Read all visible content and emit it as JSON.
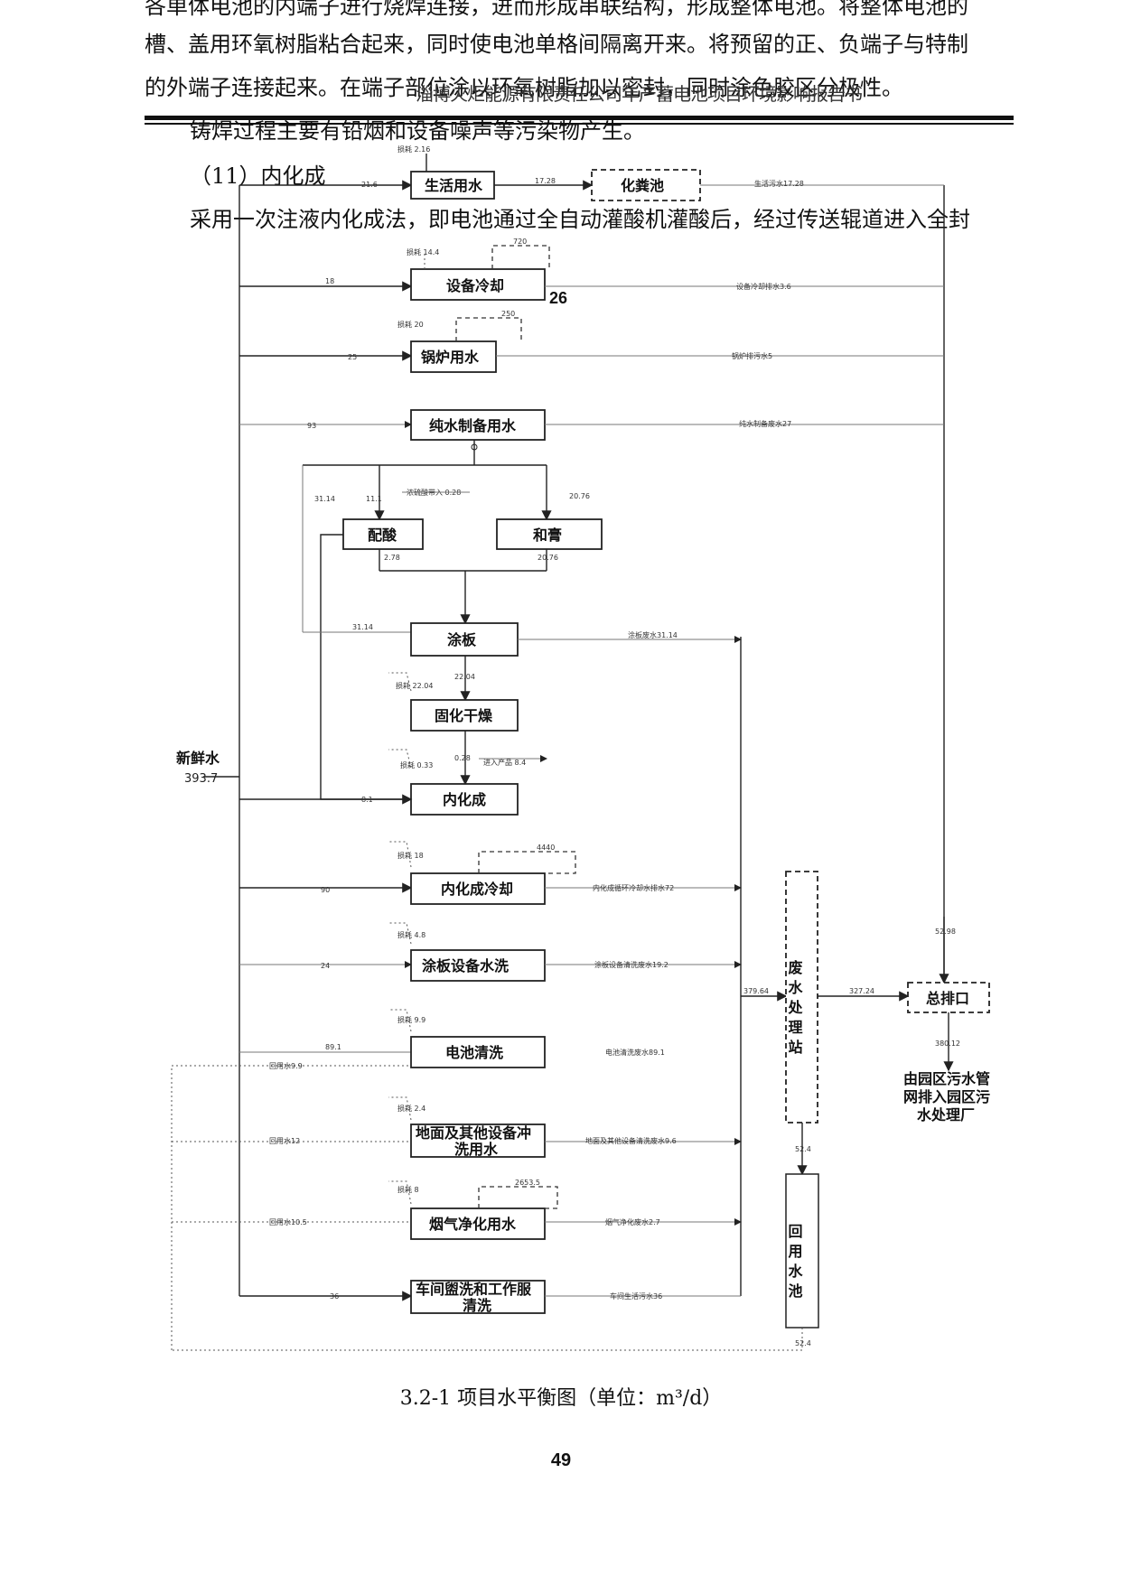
{
  "text_lines": {
    "line1": "各单体电池的内端子进行烧焊连接，进而形成串联结构，形成整体电池。将整体电池的",
    "line2": "槽、盖用环氧树脂粘合起来，同时使电池单格间隔离开来。将预留的正、负端子与特制",
    "line3": "的外端子连接起来。在端子部位涂以环氧树脂加以密封，同时涂色胶区分极性。",
    "header_overlay": "淄博火炬能源有限责任公司年产蓄电池项目环境影响报告书",
    "line4": "铸焊过程主要有铅烟和设备噪声等污染物产生。",
    "section": "（11）内化成",
    "line5": "采用一次注液内化成法，即电池通过全自动灌酸机灌酸后，经过传送辊道进入全封"
  },
  "boxes": {
    "living": "生活用水",
    "septic": "化粪池",
    "equip_cool": "设备冷却",
    "boiler": "锅炉用水",
    "pure": "纯水制备用水",
    "acid": "配酸",
    "paste": "和膏",
    "coating": "涂板",
    "curing": "固化干燥",
    "formation": "内化成",
    "form_cool": "内化成冷却",
    "coat_wash": "涂板设备水洗",
    "battery_wash": "电池清洗",
    "floor_wash_1": "地面及其他设备冲",
    "floor_wash_2": "洗用水",
    "fume": "烟气净化用水",
    "laundry_1": "车间盥洗和工作服",
    "laundry_2": "清洗",
    "wwtp": "废水处理站",
    "outlet": "总排口",
    "reuse_pool": "回用水池",
    "park_1": "由园区污水管",
    "park_2": "网排入园区污",
    "park_3": "水处理厂"
  },
  "labels": {
    "fresh_water": "新鲜水",
    "fresh_value": "393.7",
    "standalone_26": "26",
    "l_living_in": "21.6",
    "l_living_loss": "损耗 2.16",
    "l_living_out": "17.28",
    "l_septic_out": "生活污水17.28",
    "l_cool_in": "18",
    "l_cool_loss": "损耗 14.4",
    "l_cool_recycle": "720",
    "l_cool_out": "设备冷却排水3.6",
    "l_boiler_in": "25",
    "l_boiler_loss": "损耗 20",
    "l_boiler_recycle": "250",
    "l_boiler_out": "锅炉排污水5",
    "l_pure_in": "93",
    "l_pure_out": "纯水制备废水27",
    "l_pure_a": "31.14",
    "l_pure_b": "11.1",
    "l_pure_c": "20.76",
    "l_acid_in": "浓硫酸带入 0.28",
    "l_acid_out": "2.78",
    "l_paste_out": "20.76",
    "l_coat_in": "31.14",
    "l_coat_out": "涂板废水31.14",
    "l_coat_down": "22.04",
    "l_coat_loss": "损耗 22.04",
    "l_cure_down": "0.28",
    "l_cure_loss": "损耗 0.33",
    "l_product": "进入产品 8.4",
    "l_form_in": "8.1",
    "l_fc_in": "90",
    "l_fc_loss": "损耗 18",
    "l_fc_recycle": "4440",
    "l_fc_out": "内化成循环冷却水排水72",
    "l_cw_in": "24",
    "l_cw_loss": "损耗 4.8",
    "l_cw_out": "涂板设备清洗废水19.2",
    "l_bw_in": "89.1",
    "l_bw_loss": "损耗 9.9",
    "l_bw_reuse": "回用水9.9",
    "l_bw_out": "电池清洗废水89.1",
    "l_fw_loss": "损耗 2.4",
    "l_fw_reuse": "回用水12",
    "l_fw_out": "地面及其他设备清洗废水9.6",
    "l_fu_loss": "损耗 8",
    "l_fu_recycle": "2653.5",
    "l_fu_reuse": "回用水10.5",
    "l_fu_out": "烟气净化废水2.7",
    "l_la_in": "36",
    "l_la_out": "车间生活污水36",
    "l_wwtp_in": "379.64",
    "l_wwtp_out": "327.24",
    "l_outlet_in": "52.98",
    "l_outlet_down": "380.12",
    "l_reuse_in": "52.4",
    "l_reuse_out": "52.4"
  },
  "caption": "3.2-1  项目水平衡图（单位：m³/d）",
  "page_number": "49"
}
